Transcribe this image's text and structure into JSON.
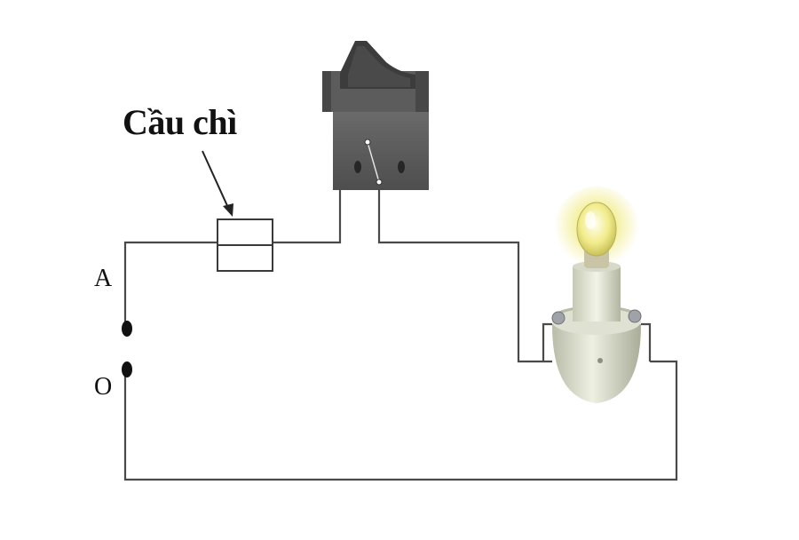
{
  "labels": {
    "fuse": "Cầu chì",
    "terminal_a": "A",
    "terminal_o": "O"
  },
  "components": {
    "fuse": "fuse-icon",
    "switch": "rocker-switch-icon",
    "lamp": "light-bulb-icon",
    "terminals": "terminal-dot-icon"
  },
  "colors": {
    "wire": "#4a4a4a",
    "switch_body": "#5b5b5b",
    "bulb_glow": "#f4f0a0",
    "lamp_socket": "#d9dccb"
  }
}
